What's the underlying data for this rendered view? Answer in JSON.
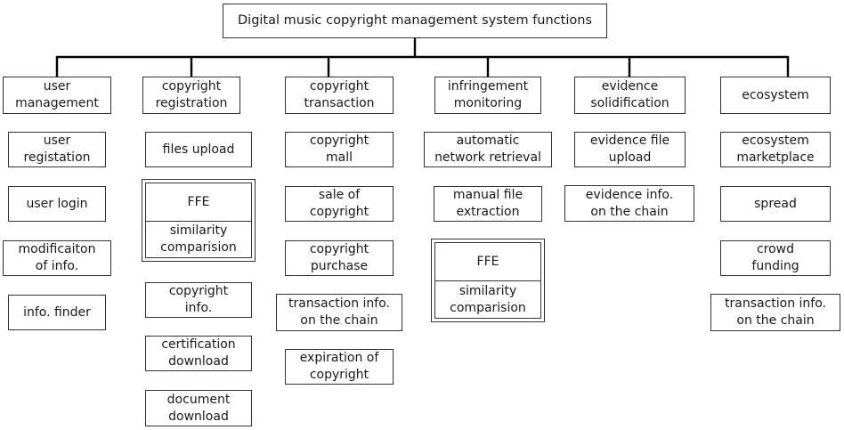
{
  "root": "Digital music copyright management system functions",
  "columns": [
    {
      "header": "user\nmanagement",
      "items": [
        "user\nregistation",
        "user login",
        "modificaiton\nof info.",
        "info. finder"
      ]
    },
    {
      "header": "copyright\nregistration",
      "items": [
        "files upload"
      ],
      "ffe_label": "FFE",
      "ffe_sub": "similarity\ncomparision",
      "items_after": [
        "copyright\ninfo.",
        "certification\ndownload",
        "document\ndownload"
      ]
    },
    {
      "header": "copyright\ntransaction",
      "items": [
        "copyright\nmall",
        "sale of\ncopyright",
        "copyright\npurchase",
        "transaction info.\non the chain",
        "expiration of\ncopyright"
      ]
    },
    {
      "header": "infringement\nmonitoring",
      "items": [
        "automatic\nnetwork retrieval",
        "manual file\nextraction"
      ],
      "ffe_label": "FFE",
      "ffe_sub": "similarity\ncomparision"
    },
    {
      "header": "evidence\nsolidification",
      "items": [
        "evidence file\nupload",
        "evidence info.\non the chain"
      ]
    },
    {
      "header": "ecosystem",
      "items": [
        "ecosystem\nmarketplace",
        "spread",
        "crowd\nfunding",
        "transaction info.\non the chain"
      ]
    }
  ]
}
